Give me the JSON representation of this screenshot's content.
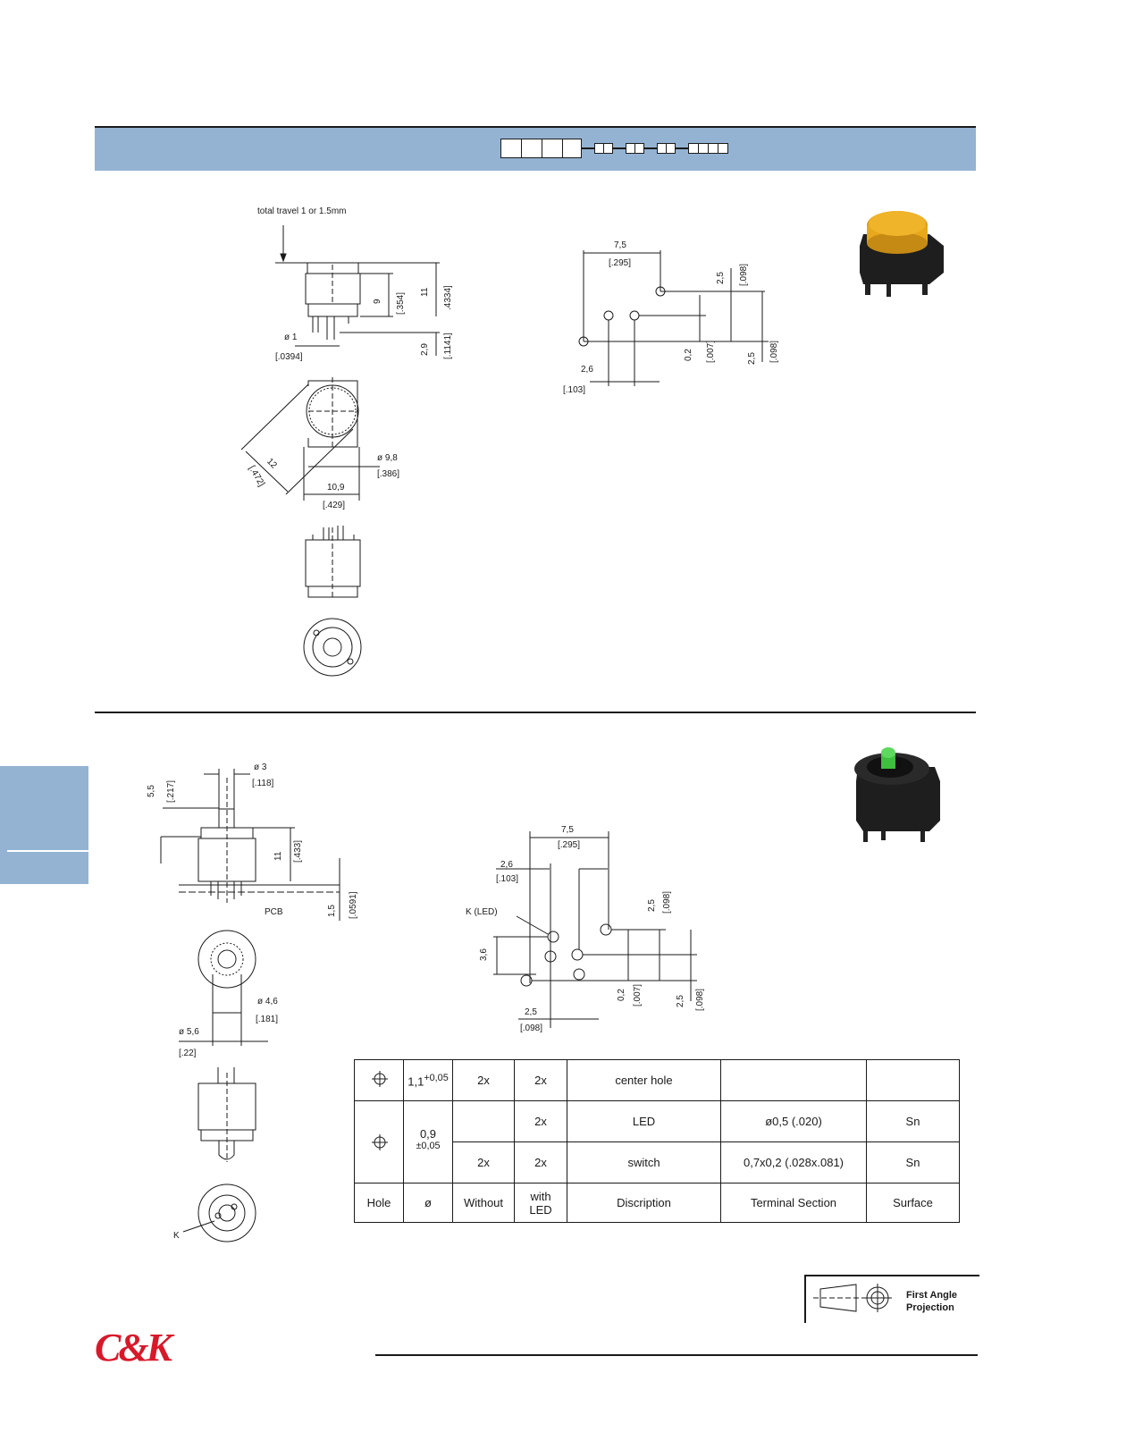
{
  "dims_top": {
    "travel_note": "total travel 1 or 1.5mm",
    "d9": "9",
    "d9_in": "[.354]",
    "d11": "11",
    "d11_in": ".4334]",
    "d29": "2,9",
    "d29_in": "[.1141]",
    "phi1": "ø 1",
    "phi1_in": "[.0394]",
    "d12": "12",
    "d12_in": "[.472]",
    "phi98": "ø 9,8",
    "phi98_in": "[.386]",
    "d109": "10,9",
    "d109_in": "[.429]",
    "pcb_75": "7,5",
    "pcb_75_in": "[.295]",
    "pcb_25a": "2,5",
    "pcb_25a_in": "[.098]",
    "pcb_02": "0,2",
    "pcb_02_in": "[.007]",
    "pcb_25b": "2,5",
    "pcb_25b_in": "[.098]",
    "pcb_26": "2,6",
    "pcb_26_in": "[.103]"
  },
  "dims_bottom": {
    "phi3": "ø 3",
    "phi3_in": "[.118]",
    "d55": "5,5",
    "d55_in": "[.217]",
    "d11": "11",
    "d11_in": "[.433]",
    "pcb_label": "PCB",
    "d15": "1,5",
    "d15_in": "[.0591]",
    "phi46": "ø 4,6",
    "phi46_in": "[.181]",
    "phi56": "ø 5,6",
    "phi56_in": "[.22]",
    "k_label": "K",
    "pcb_75": "7,5",
    "pcb_75_in": "[.295]",
    "pcb_26": "2,6",
    "pcb_26_in": "[.103]",
    "k_led": "K (LED)",
    "pcb_36": "3,6",
    "pcb_25a": "2,5",
    "pcb_25a_in": "[.098]",
    "pcb_02": "0,2",
    "pcb_02_in": "[.007]",
    "pcb_25b": "2,5",
    "pcb_25b_in": "[.098]",
    "pcb_25c": "2,5",
    "pcb_25c_in": "[.098]"
  },
  "table": {
    "row1": {
      "dia": "1,1",
      "tol": "+0,05",
      "without": "2x",
      "with_led": "2x",
      "desc": "center hole",
      "terminal": "",
      "surface": ""
    },
    "row2": {
      "dia": "0,9",
      "tol": "±0,05",
      "without": "",
      "with_led": "2x",
      "desc": "LED",
      "terminal": "ø0,5 (.020)",
      "surface": "Sn"
    },
    "row3": {
      "without": "2x",
      "with_led": "2x",
      "desc": "switch",
      "terminal": "0,7x0,2 (.028x.081)",
      "surface": "Sn"
    },
    "header": {
      "hole": "Hole",
      "dia": "ø",
      "without": "Without",
      "with_led": "with LED",
      "desc": "Discription",
      "terminal": "Terminal Section",
      "surface": "Surface"
    }
  },
  "projection": {
    "line1": "First Angle",
    "line2": "Projection"
  },
  "logo": "C&K",
  "colors": {
    "band": "#94b3d3",
    "logo": "#d8192a",
    "cap_yellow": "#e8a81c",
    "led_green": "#3fbf3f"
  }
}
